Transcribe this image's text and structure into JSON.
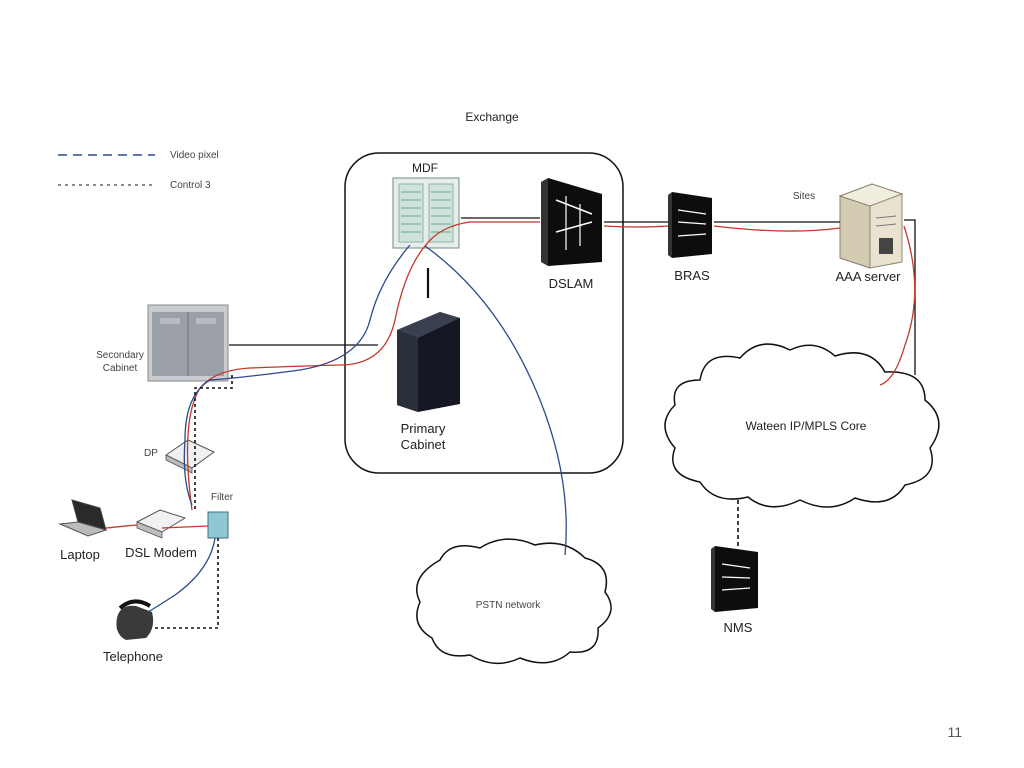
{
  "exchange_label": "Exchange",
  "legend": [
    {
      "label": "Video pixel",
      "style": "dashed-blue"
    },
    {
      "label": "Control 3",
      "style": "dotted-black"
    }
  ],
  "nodes": {
    "mdf": "MDF",
    "dslam": "DSLAM",
    "bras": "BRAS",
    "aaa_server": "AAA server",
    "aaa_top_label": "Sites",
    "primary_cabinet_line1": "Primary",
    "primary_cabinet_line2": "Cabinet",
    "secondary_cabinet_line1": "Secondary",
    "secondary_cabinet_line2": "Cabinet",
    "dp": "DP",
    "filter": "Filter",
    "laptop": "Laptop",
    "dsl_modem": "DSL Modem",
    "telephone": "Telephone",
    "ip_core": "Wateen IP/MPLS Core",
    "pstn": "PSTN network",
    "nms": "NMS"
  },
  "colors": {
    "blue_line": "#2c4a8c",
    "red_line": "#c0392b",
    "black_line": "#111111",
    "device_dark": "#0d0d0d",
    "cabinet_grey": "#9aa0a6"
  },
  "page_number": "11"
}
